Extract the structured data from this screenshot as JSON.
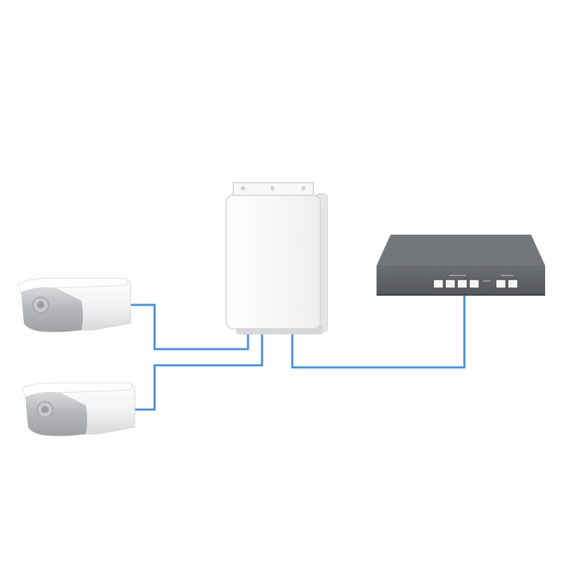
{
  "diagram": {
    "devices": [
      {
        "id": "camera-1",
        "kind": "bullet-camera"
      },
      {
        "id": "camera-2",
        "kind": "bullet-camera"
      },
      {
        "id": "enclosure",
        "kind": "wall-mount-enclosure"
      },
      {
        "id": "switch",
        "kind": "network-switch",
        "port_groups": [
          {
            "ports": 4
          },
          {
            "ports": 2
          }
        ]
      }
    ],
    "connections": [
      {
        "from": "camera-1",
        "to": "enclosure"
      },
      {
        "from": "camera-2",
        "to": "enclosure"
      },
      {
        "from": "enclosure",
        "to": "switch"
      }
    ],
    "colors": {
      "cable": "#4a90d9",
      "camera_body": "#f2f2f2",
      "camera_face": "#b5b7ba",
      "enclosure": "#f4f4f4",
      "switch": "#5f6266"
    }
  }
}
